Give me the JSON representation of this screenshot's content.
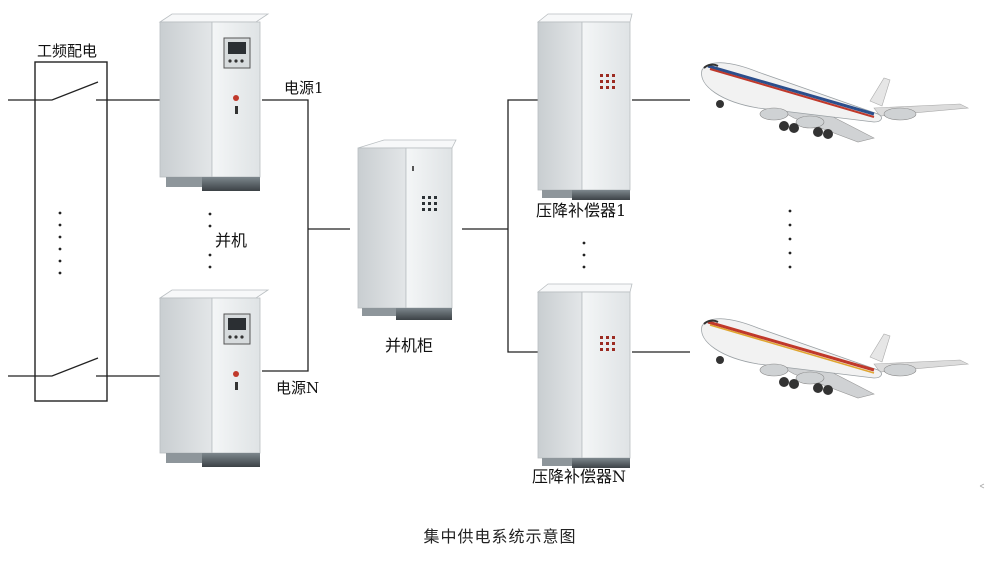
{
  "labels": {
    "mains_panel": "工频配电",
    "source_1": "电源1",
    "source_n": "电源N",
    "parallel": "并机",
    "parallel_cabinet": "并机柜",
    "compensator_1": "压降补偿器1",
    "compensator_n": "压降补偿器N",
    "caption": "集中供电系统示意图"
  },
  "colors": {
    "cabinet_body": "#e8ebec",
    "cabinet_side": "#d3d7d9",
    "cabinet_base": "#5c6266",
    "aircraft_body": "#f2f2f2",
    "aircraft_stripe_red": "#c0392b",
    "aircraft_stripe_blue": "#2c4f8c",
    "wire": "#222222"
  }
}
